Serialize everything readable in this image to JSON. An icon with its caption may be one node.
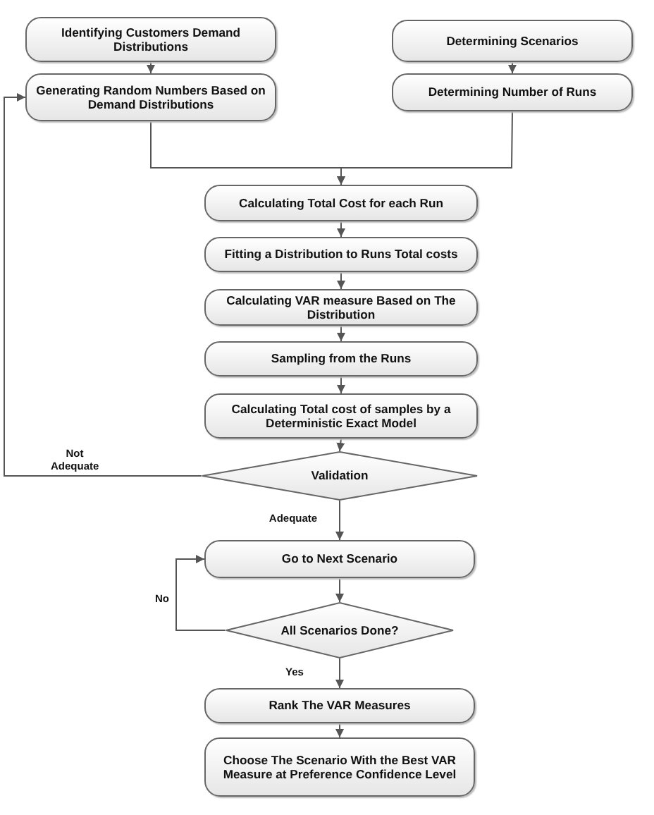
{
  "diagram": {
    "nodes": [
      {
        "text": [
          "Identifying Customers Demand Distributions"
        ]
      },
      {
        "text": [
          "Generating Random Numbers Based on Demand Distributions"
        ]
      },
      {
        "text": [
          "Determining Scenarios"
        ]
      },
      {
        "text": [
          "Determining Number of Runs"
        ]
      },
      {
        "text": [
          "Calculating Total Cost for each Run"
        ]
      },
      {
        "text": [
          "Fitting a Distribution to Runs Total costs"
        ]
      },
      {
        "text": [
          "Calculating VAR measure Based on The Distribution"
        ]
      },
      {
        "text": [
          "Sampling from the Runs"
        ]
      },
      {
        "text": [
          "Calculating Total cost of samples by a Deterministic Exact Model"
        ]
      },
      {
        "text": [
          "Validation"
        ]
      },
      {
        "text": [
          "Go to Next Scenario"
        ]
      },
      {
        "text": [
          "All Scenarios Done?"
        ]
      },
      {
        "text": [
          "Rank The VAR Measures"
        ]
      },
      {
        "text": [
          "Choose The Scenario With the Best VAR Measure at Preference Confidence Level"
        ]
      }
    ],
    "edges": [
      {
        "from": 0,
        "to": 1,
        "arrow": "to"
      },
      {
        "from": 2,
        "to": 3,
        "arrow": "to"
      },
      {
        "from": 1,
        "to": 4,
        "arrow": "to"
      },
      {
        "from": 3,
        "to": 4,
        "arrow": "to"
      },
      {
        "from": 4,
        "to": 5,
        "arrow": "to"
      },
      {
        "from": 5,
        "to": 6,
        "arrow": "to"
      },
      {
        "from": 6,
        "to": 7,
        "arrow": "to"
      },
      {
        "from": 7,
        "to": 8,
        "arrow": "to"
      },
      {
        "from": 8,
        "to": 9,
        "arrow": "to"
      },
      {
        "from": 9,
        "to": 1,
        "arrow": "to",
        "label": "Not Adequate"
      },
      {
        "from": 9,
        "to": 10,
        "arrow": "to",
        "label": "Adequate"
      },
      {
        "from": 10,
        "to": 11,
        "arrow": "to"
      },
      {
        "from": 11,
        "to": 10,
        "arrow": "to",
        "label": "No"
      },
      {
        "from": 11,
        "to": 12,
        "arrow": "to",
        "label": "Yes"
      },
      {
        "from": 12,
        "to": 13,
        "arrow": "to"
      }
    ]
  }
}
